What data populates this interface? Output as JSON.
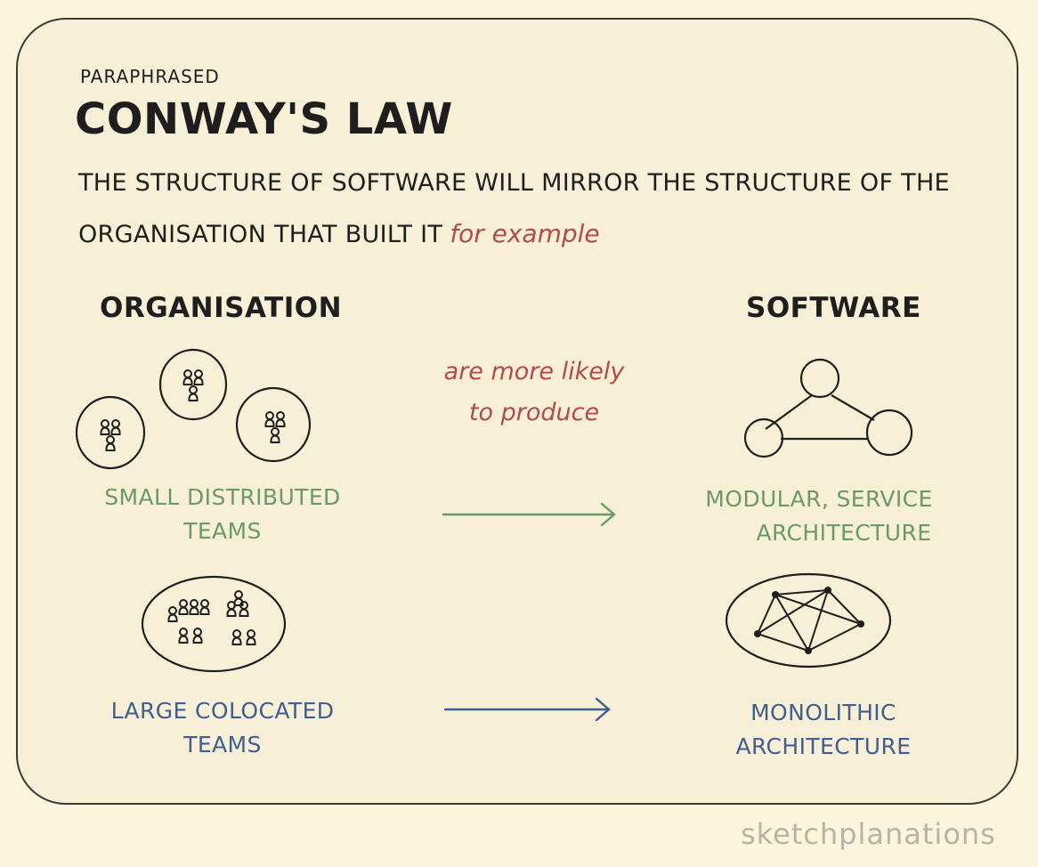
{
  "header": {
    "kicker": "PARAPHRASED",
    "title": "CONWAY'S LAW"
  },
  "statement": {
    "line1": "THE STRUCTURE OF SOFTWARE WILL MIRROR THE STRUCTURE OF THE",
    "line2": "ORGANISATION THAT BUILT IT",
    "highlight": "for example"
  },
  "columns": {
    "left": "ORGANISATION",
    "right": "SOFTWARE"
  },
  "middle_label": {
    "line1": "are more likely",
    "line2": "to produce"
  },
  "rows": [
    {
      "org_line1": "SMALL DISTRIBUTED",
      "org_line2": "TEAMS",
      "sw_line1": "MODULAR, SERVICE",
      "sw_line2": "ARCHITECTURE",
      "color": "#6a9a6a"
    },
    {
      "org_line1": "LARGE COLOCATED",
      "org_line2": "TEAMS",
      "sw_line1": "MONOLITHIC",
      "sw_line2": "ARCHITECTURE",
      "color": "#3f5e92"
    }
  ],
  "brand": "sketchplanations",
  "colors": {
    "ink": "#1e1e1e",
    "accent_red": "#b5494f",
    "green": "#6a9a6a",
    "blue": "#3f5e92",
    "paper": "#f8f0d6"
  },
  "icons": {
    "small_team": "person-group-icon",
    "modular_graph": "triangle-graph-icon",
    "monolith_graph": "mesh-graph-icon",
    "arrow": "arrow-right-icon"
  }
}
